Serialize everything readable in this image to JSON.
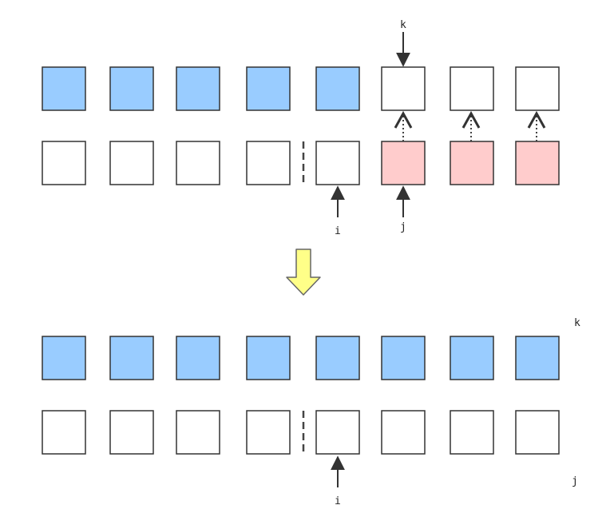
{
  "colors": {
    "blue_cell": "#99ccff",
    "pink_cell": "#ffcccc",
    "empty_cell": "#ffffff",
    "cell_border": "#333333",
    "arrow": "#333333",
    "big_arrow_fill": "#ffff88",
    "big_arrow_stroke": "#666666"
  },
  "labels": {
    "k_before": "k",
    "i_before": "i",
    "j_before": "j",
    "k_after": "k",
    "i_after": "i",
    "j_after": "j"
  },
  "before": {
    "top_row": [
      "blue",
      "blue",
      "blue",
      "blue",
      "blue",
      "empty",
      "empty",
      "empty"
    ],
    "bottom_row": [
      "empty",
      "empty",
      "empty",
      "empty",
      "empty",
      "pink",
      "pink",
      "pink"
    ]
  },
  "after": {
    "top_row": [
      "blue",
      "blue",
      "blue",
      "blue",
      "blue",
      "blue",
      "blue",
      "blue"
    ],
    "bottom_row": [
      "empty",
      "empty",
      "empty",
      "empty",
      "empty",
      "empty",
      "empty",
      "empty"
    ]
  },
  "icons": {
    "transition": "down-arrow-icon",
    "pointer": "arrow-icon",
    "copy": "dotted-arrow-icon"
  }
}
